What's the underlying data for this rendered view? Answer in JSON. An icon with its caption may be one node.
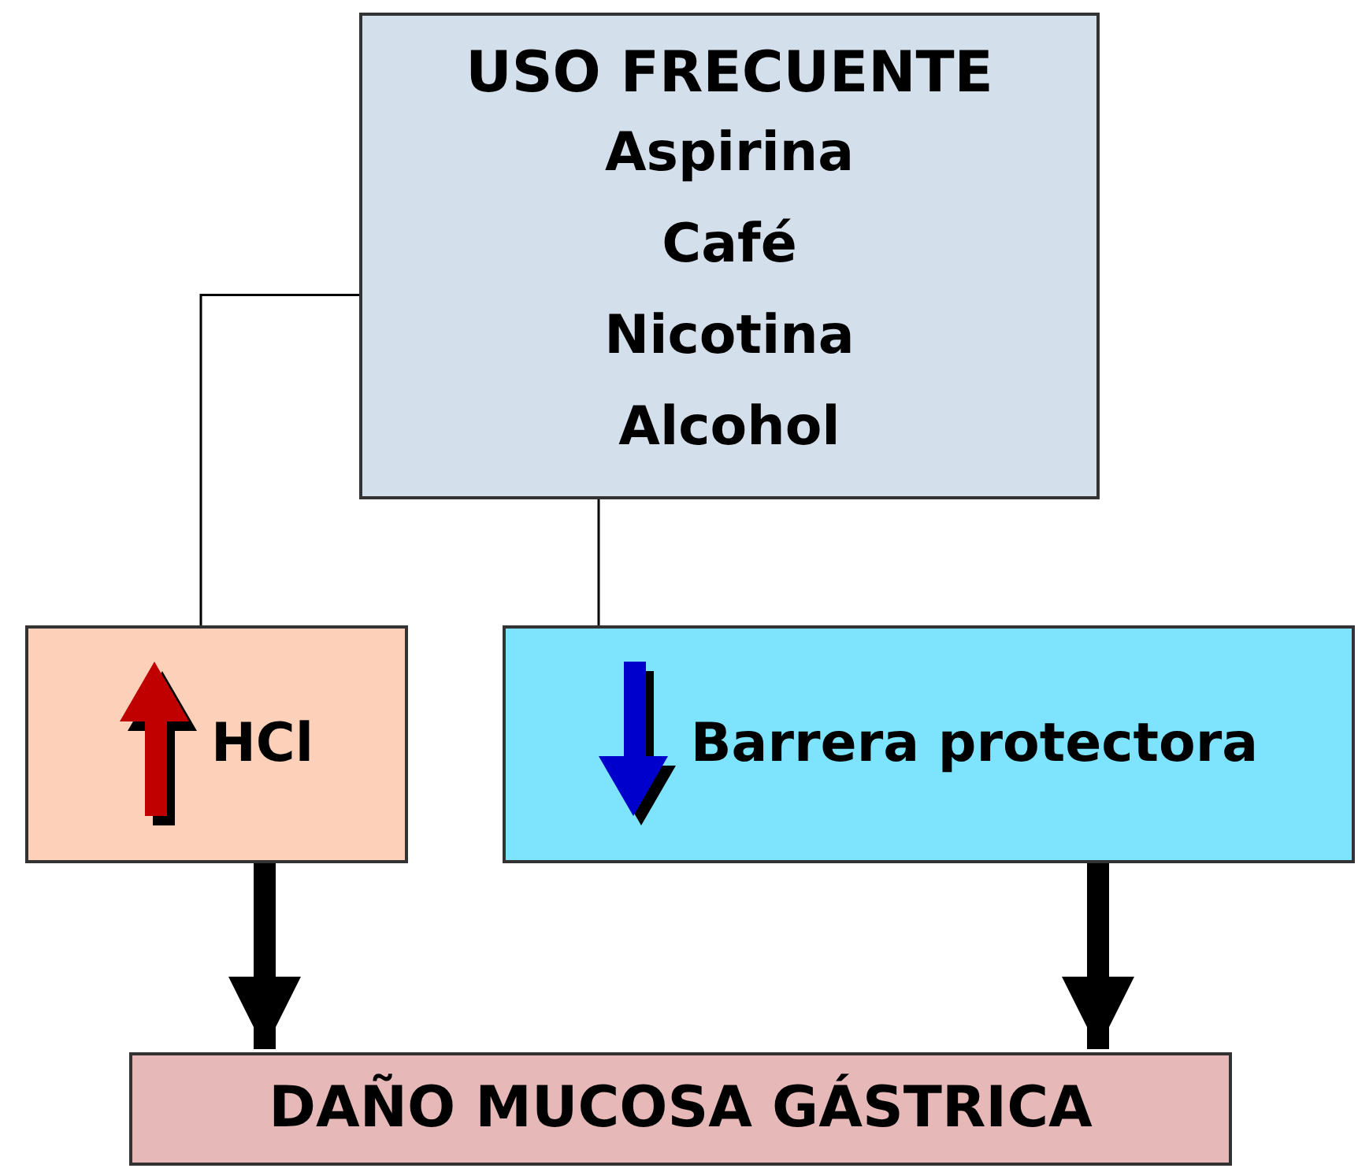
{
  "diagram": {
    "nodes": [
      {
        "text": [
          "USO FRECUENTE",
          "Aspirina Café Nicotina Alcohol"
        ]
      },
      {
        "text": [
          "HCl"
        ]
      },
      {
        "text": [
          "Barrera protectora"
        ]
      },
      {
        "text": [
          "DAÑO MUCOSA GÁSTRICA"
        ]
      }
    ],
    "edges": [
      {
        "from": 0,
        "to": 1,
        "arrow": "none"
      },
      {
        "from": 0,
        "to": 2,
        "arrow": "none"
      },
      {
        "from": 1,
        "to": 3,
        "arrow": "to",
        "style": "thick"
      },
      {
        "from": 2,
        "to": 3,
        "arrow": "to",
        "style": "thick"
      }
    ]
  }
}
